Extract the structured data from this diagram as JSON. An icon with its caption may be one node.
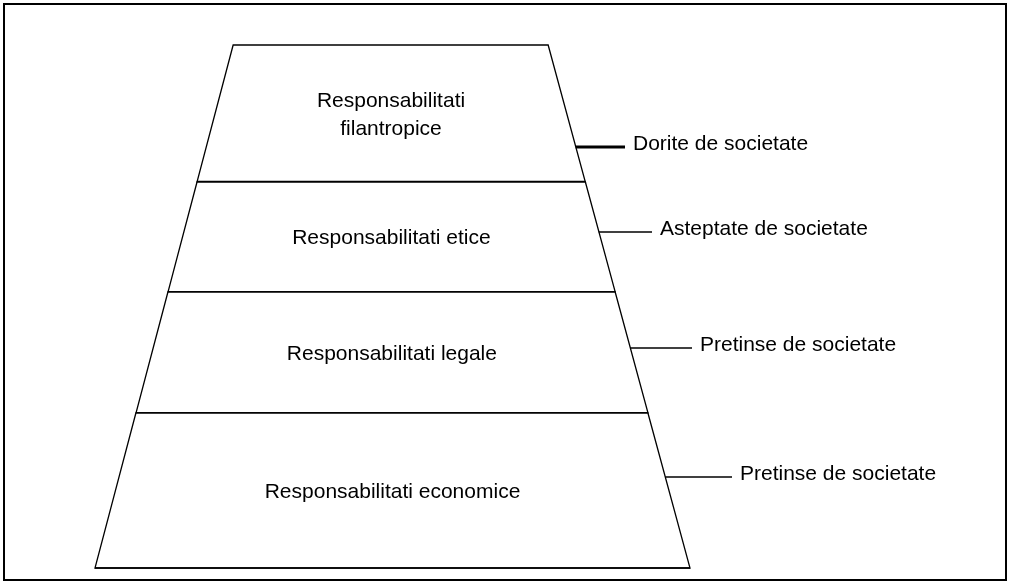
{
  "diagram": {
    "nodes": [
      {
        "text": [
          "Responsabilitati filantropice"
        ]
      },
      {
        "text": [
          "Responsabilitati etice"
        ]
      },
      {
        "text": [
          "Responsabilitati legale"
        ]
      },
      {
        "text": [
          "Responsabilitati economice"
        ]
      },
      {
        "text": [
          "Dorite de societate"
        ]
      },
      {
        "text": [
          "Asteptate de societate"
        ]
      },
      {
        "text": [
          "Pretinse de societate"
        ]
      },
      {
        "text": [
          "Pretinse de societate"
        ]
      }
    ],
    "edges": [
      {
        "from": 4,
        "to": 0,
        "arrow": "none",
        "style": "thick"
      },
      {
        "from": 5,
        "to": 1,
        "arrow": "none"
      },
      {
        "from": 6,
        "to": 2,
        "arrow": "none"
      },
      {
        "from": 7,
        "to": 3,
        "arrow": "none"
      }
    ]
  }
}
